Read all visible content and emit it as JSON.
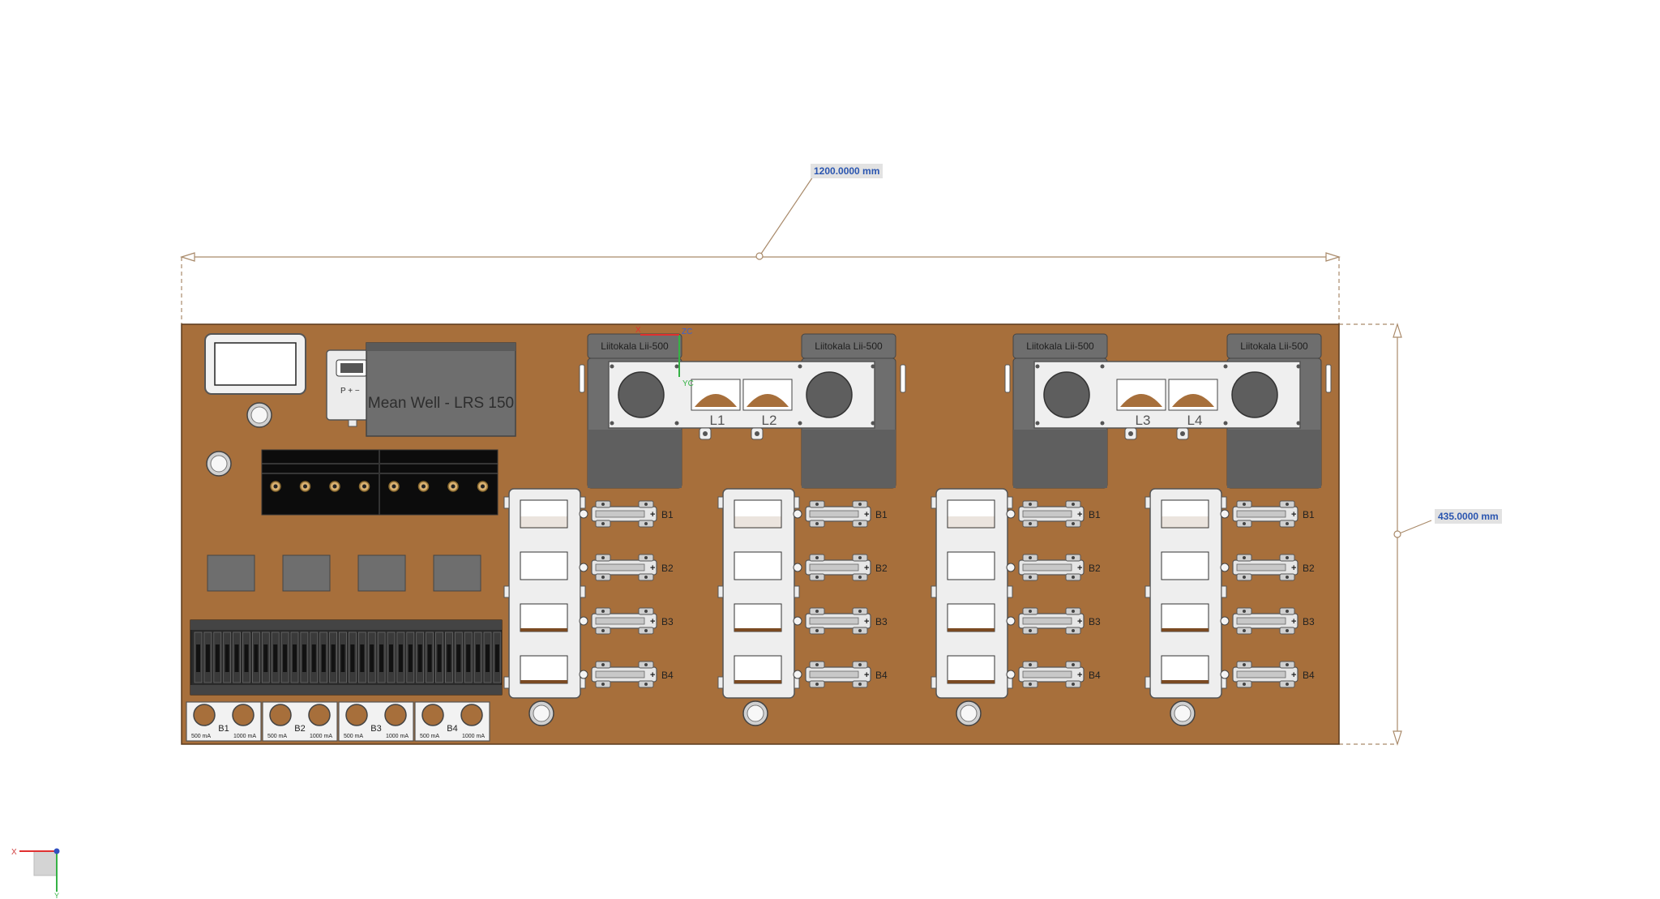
{
  "dimensions": {
    "width_label": "1200.0000 mm",
    "height_label": "435.0000 mm"
  },
  "board": {
    "color": "#a76f3b",
    "psu_label": "Mean Well - LRS 150",
    "modules": [
      {
        "label": "Liitokala Lii-500"
      },
      {
        "label": "Liitokala Lii-500"
      },
      {
        "label": "Liitokala Lii-500"
      },
      {
        "label": "Liitokala Lii-500"
      }
    ],
    "bay_labels": [
      "L1",
      "L2",
      "L3",
      "L4"
    ],
    "slot_labels": [
      "B1",
      "B2",
      "B3",
      "B4"
    ],
    "switch_groups": [
      {
        "name": "B1",
        "low": "500 mA",
        "high": "1000 mA"
      },
      {
        "name": "B2",
        "low": "500 mA",
        "high": "1000 mA"
      },
      {
        "name": "B3",
        "low": "500 mA",
        "high": "1000 mA"
      },
      {
        "name": "B4",
        "low": "500 mA",
        "high": "1000 mA"
      }
    ],
    "timer_keys": "P  +  −"
  },
  "origin_axes": {
    "x": "X",
    "y": "YC",
    "z": "ZC"
  },
  "view_triad": {
    "x": "X",
    "y": "Y"
  }
}
